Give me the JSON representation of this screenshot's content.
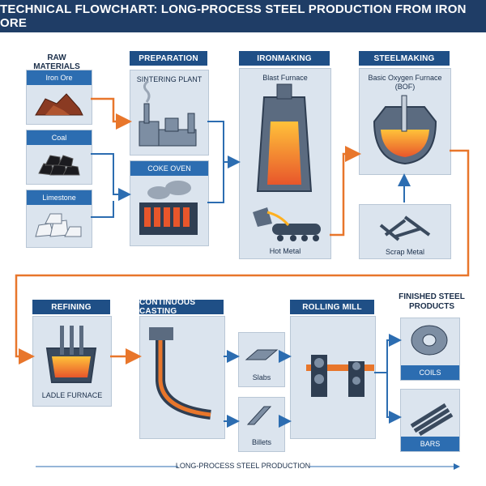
{
  "title": "Technical Flowchart: Long-Process Steel Production from Iron Ore",
  "stages": {
    "raw_materials": "Raw Materials",
    "preparation": "Preparation",
    "ironmaking": "Ironmaking",
    "steelmaking": "Steelmaking",
    "refining": "Refining",
    "continuous_casting": "Continuous Casting",
    "rolling_mill": "Rolling Mill",
    "finished": "Finished Steel Products"
  },
  "raw": {
    "iron_ore": "Iron Ore",
    "coal": "Coal",
    "limestone": "Limestone"
  },
  "prep": {
    "sintering": "Sintering Plant",
    "coke": "Coke Oven"
  },
  "iron": {
    "furnace": "Blast Furnace",
    "hot_metal": "Hot Metal"
  },
  "steel": {
    "bof": "Basic Oxygen Furnace (BOF)",
    "scrap": "Scrap Metal"
  },
  "refine": {
    "ladle": "Ladle Furnace"
  },
  "cast": {
    "slabs": "Slabs",
    "billets": "Billets"
  },
  "products": {
    "coils": "Coils",
    "bars": "Bars"
  },
  "footer": "Long-Process Steel Production",
  "colors": {
    "navy": "#1f3d66",
    "blue": "#2c6db1",
    "orange": "#e8762b",
    "panel": "#dbe4ee"
  }
}
